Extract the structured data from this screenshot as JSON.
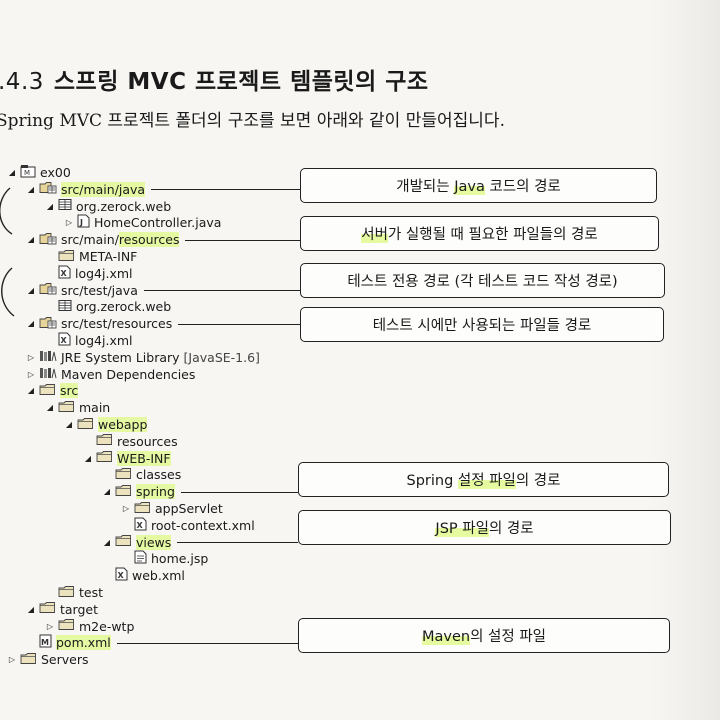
{
  "section": {
    "number": ".4.3",
    "title": "스프링 MVC 프로젝트 템플릿의 구조",
    "intro": "Spring MVC 프로젝트 폴더의 구조를 보면 아래와 같이 만들어집니다."
  },
  "tree": [
    {
      "id": "ex00",
      "label": "ex00",
      "depth": 0,
      "twisty": "open",
      "icon": "project-icon"
    },
    {
      "id": "src-main-java",
      "label": "src/main/java",
      "depth": 1,
      "twisty": "open",
      "icon": "source-folder-icon",
      "highlight": "src/main/java"
    },
    {
      "id": "pkg-main",
      "label": "org.zerock.web",
      "depth": 2,
      "twisty": "open",
      "icon": "package-icon"
    },
    {
      "id": "home-controller",
      "label": "HomeController.java",
      "depth": 3,
      "twisty": "closed",
      "icon": "java-file-icon"
    },
    {
      "id": "src-main-resources",
      "label": "src/main/resources",
      "depth": 1,
      "twisty": "open",
      "icon": "source-folder-icon",
      "highlight": "resources"
    },
    {
      "id": "meta-inf",
      "label": "META-INF",
      "depth": 2,
      "twisty": "none",
      "icon": "folder-icon"
    },
    {
      "id": "log4j-main",
      "label": "log4j.xml",
      "depth": 2,
      "twisty": "none",
      "icon": "xml-file-icon"
    },
    {
      "id": "src-test-java",
      "label": "src/test/java",
      "depth": 1,
      "twisty": "open",
      "icon": "source-folder-icon"
    },
    {
      "id": "pkg-test",
      "label": "org.zerock.web",
      "depth": 2,
      "twisty": "none",
      "icon": "package-icon"
    },
    {
      "id": "src-test-resources",
      "label": "src/test/resources",
      "depth": 1,
      "twisty": "open",
      "icon": "source-folder-icon"
    },
    {
      "id": "log4j-test",
      "label": "log4j.xml",
      "depth": 2,
      "twisty": "none",
      "icon": "xml-file-icon"
    },
    {
      "id": "jre",
      "label": "JRE System Library",
      "extra": "[JavaSE-1.6]",
      "depth": 1,
      "twisty": "closed",
      "icon": "library-icon"
    },
    {
      "id": "maven-deps",
      "label": "Maven Dependencies",
      "depth": 1,
      "twisty": "closed",
      "icon": "library-icon"
    },
    {
      "id": "src",
      "label": "src",
      "depth": 1,
      "twisty": "open",
      "icon": "folder-icon",
      "highlight": "src"
    },
    {
      "id": "main",
      "label": "main",
      "depth": 2,
      "twisty": "open",
      "icon": "folder-icon"
    },
    {
      "id": "webapp",
      "label": "webapp",
      "depth": 3,
      "twisty": "open",
      "icon": "folder-icon",
      "highlight": "webapp"
    },
    {
      "id": "resources",
      "label": "resources",
      "depth": 4,
      "twisty": "none",
      "icon": "folder-icon"
    },
    {
      "id": "web-inf",
      "label": "WEB-INF",
      "depth": 4,
      "twisty": "open",
      "icon": "folder-icon",
      "highlight": "WEB-INF"
    },
    {
      "id": "classes",
      "label": "classes",
      "depth": 5,
      "twisty": "none",
      "icon": "folder-icon"
    },
    {
      "id": "spring",
      "label": "spring",
      "depth": 5,
      "twisty": "open",
      "icon": "folder-icon",
      "highlight": "spring"
    },
    {
      "id": "appservlet",
      "label": "appServlet",
      "depth": 6,
      "twisty": "closed",
      "icon": "folder-icon"
    },
    {
      "id": "root-context",
      "label": "root-context.xml",
      "depth": 6,
      "twisty": "none",
      "icon": "xml-file-icon"
    },
    {
      "id": "views",
      "label": "views",
      "depth": 5,
      "twisty": "open",
      "icon": "folder-icon",
      "highlight": "views"
    },
    {
      "id": "home-jsp",
      "label": "home.jsp",
      "depth": 6,
      "twisty": "none",
      "icon": "jsp-file-icon"
    },
    {
      "id": "web-xml",
      "label": "web.xml",
      "depth": 5,
      "twisty": "none",
      "icon": "xml-file-icon"
    },
    {
      "id": "test",
      "label": "test",
      "depth": 2,
      "twisty": "none",
      "icon": "folder-icon"
    },
    {
      "id": "target",
      "label": "target",
      "depth": 1,
      "twisty": "open",
      "icon": "folder-icon"
    },
    {
      "id": "m2e-wtp",
      "label": "m2e-wtp",
      "depth": 2,
      "twisty": "closed",
      "icon": "folder-icon"
    },
    {
      "id": "pom",
      "label": "pom.xml",
      "depth": 1,
      "twisty": "none",
      "icon": "maven-file-icon",
      "highlight": "pom.xml"
    },
    {
      "id": "servers",
      "label": "Servers",
      "depth": 0,
      "twisty": "closed",
      "icon": "folder-icon"
    }
  ],
  "callouts": [
    {
      "id": "java-src",
      "text": "개발되는 Java 코드의 경로",
      "target": "src-main-java",
      "highlight": "Java"
    },
    {
      "id": "runtime-res",
      "text": "서버가 실행될 때 필요한 파일들의 경로",
      "target": "src-main-resources",
      "highlight": "서버"
    },
    {
      "id": "test-java",
      "text": "테스트 전용 경로 (각 테스트 코드 작성 경로)",
      "target": "src-test-java"
    },
    {
      "id": "test-res",
      "text": "테스트 시에만 사용되는 파일들 경로",
      "target": "src-test-resources"
    },
    {
      "id": "spring-conf",
      "text": "Spring 설정 파일의 경로",
      "target": "spring",
      "highlight": "설정 파일"
    },
    {
      "id": "jsp-path",
      "text": "JSP 파일의 경로",
      "target": "views",
      "highlight": "JSP 파일"
    },
    {
      "id": "maven-conf",
      "text": "Maven의 설정 파일",
      "target": "pom",
      "highlight": "Maven"
    }
  ],
  "colors": {
    "highlight": "#dcfa78",
    "folder": "#d9b85a",
    "package": "#7a5a2a"
  }
}
